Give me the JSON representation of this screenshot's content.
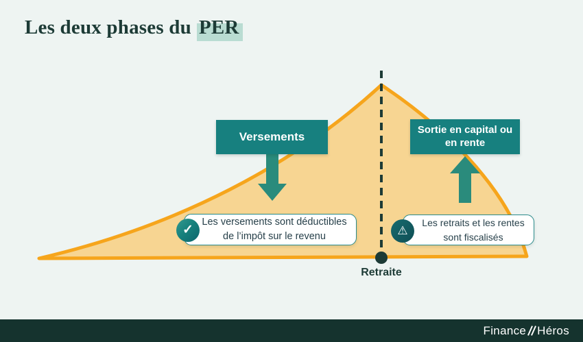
{
  "colors": {
    "bg": "#eef4f2",
    "ink": "#1d3b36",
    "teal": "#17807f",
    "arrow-teal": "#2a8b7c",
    "orange": "#f6a51c",
    "orange-fill": "#f7d592",
    "highlight": "#b9dcd2",
    "footer-bg": "#15332e",
    "callout-border": "#2a8b8b",
    "callout-text": "#27404a",
    "check-circle": "#17827d",
    "warn-circle": "#0f4e54"
  },
  "title": {
    "prefix": "Les deux phases du",
    "highlight": "PER"
  },
  "phases": {
    "accumulation": {
      "label": "Versements",
      "note_line1": "Les versements sont déductibles",
      "note_line2": "de l’impôt sur le revenu",
      "icon": "check-icon",
      "icon_glyph": "✓"
    },
    "decumulation": {
      "label_line1": "Sortie en capital ou",
      "label_line2": "en rente",
      "note_line1": "Les retraits et les rentes",
      "note_line2": "sont fiscalisés",
      "icon": "warning-icon",
      "icon_glyph": "⚠"
    }
  },
  "axis": {
    "milestone_label": "Retraite"
  },
  "footer": {
    "brand_left": "Finance",
    "brand_right": "Héros",
    "separator_icon": "double-slash-icon"
  }
}
